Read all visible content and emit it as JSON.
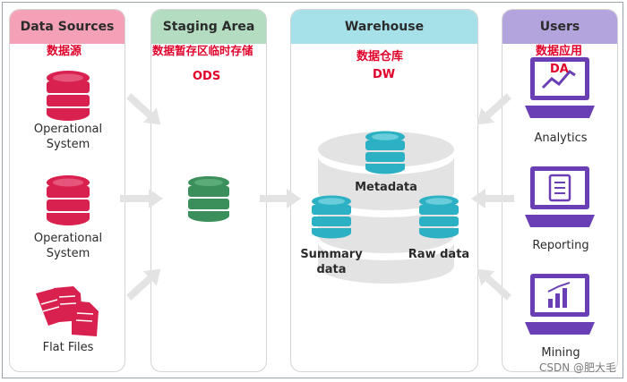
{
  "panels": {
    "data_sources": {
      "title": "Data Sources",
      "cn": "数据源",
      "color": "#f4a0b6"
    },
    "staging": {
      "title": "Staging Area",
      "cn": "数据暂存区临时存储",
      "sub": "ODS",
      "color": "#b3dcc0"
    },
    "warehouse": {
      "title": "Warehouse",
      "cn": "数据仓库",
      "sub": "DW",
      "color": "#a6e1ea"
    },
    "users": {
      "title": "Users",
      "cn": "数据应用",
      "sub": "DA",
      "color": "#b3a4de"
    }
  },
  "sources": [
    {
      "label": "Operational\nSystem",
      "icon": "database-icon"
    },
    {
      "label": "Operational\nSystem",
      "icon": "database-icon"
    },
    {
      "label": "Flat Files",
      "icon": "files-icon"
    }
  ],
  "warehouse_parts": {
    "metadata": "Metadata",
    "summary": "Summary\ndata",
    "raw": "Raw data"
  },
  "users_items": [
    {
      "label": "Analytics",
      "icon": "laptop-chart-icon"
    },
    {
      "label": "Reporting",
      "icon": "laptop-report-icon"
    },
    {
      "label": "Mining",
      "icon": "laptop-bar-chart-icon"
    }
  ],
  "colors": {
    "source_db": "#d9214f",
    "staging_db": "#3a8f5a",
    "warehouse_db": "#2bb0c4",
    "user_laptop": "#6a3fb5",
    "arrow": "#e3e3e3"
  },
  "watermark": "CSDN @肥大毛"
}
